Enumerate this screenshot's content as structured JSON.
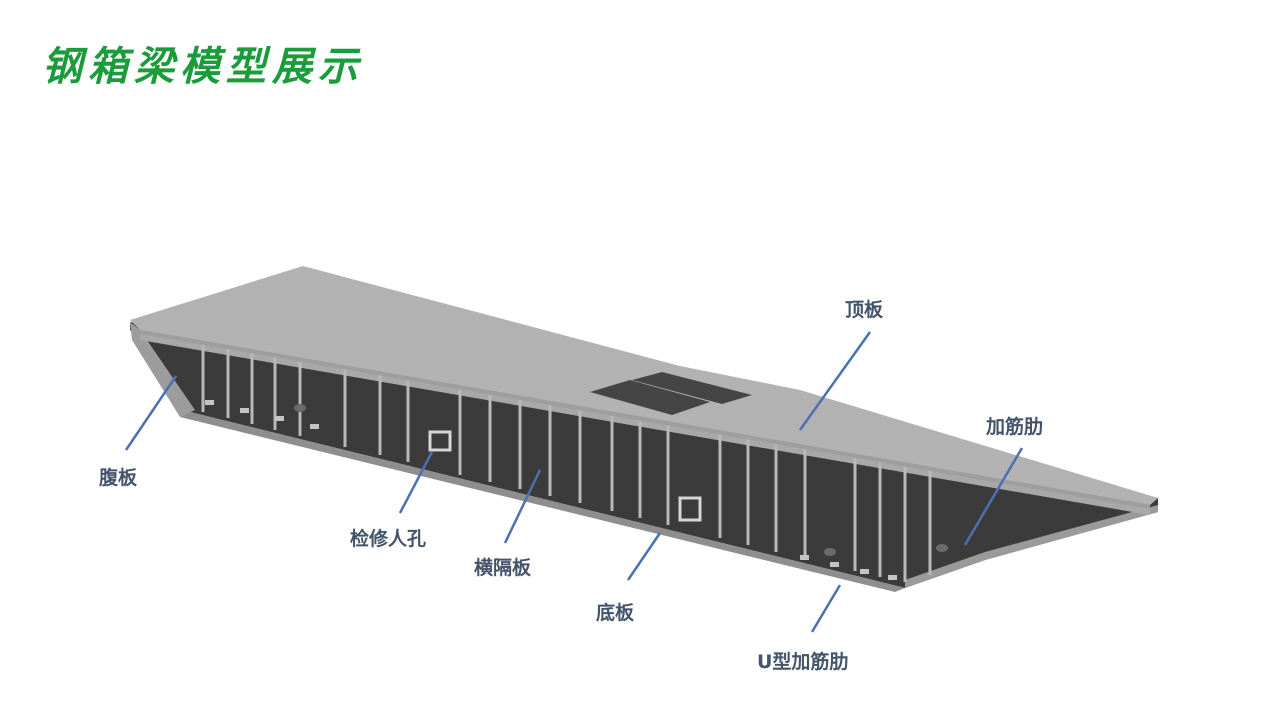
{
  "title": "钢箱梁模型展示",
  "colors": {
    "title": "#1a9c3a",
    "label": "#44546a",
    "leader": "#4a72b0"
  },
  "labels": {
    "top_plate": "顶板",
    "stiffener_rib": "加筋肋",
    "web_plate": "腹板",
    "manhole": "检修人孔",
    "diaphragm": "横隔板",
    "bottom_plate": "底板",
    "u_rib": "U型加筋肋"
  }
}
